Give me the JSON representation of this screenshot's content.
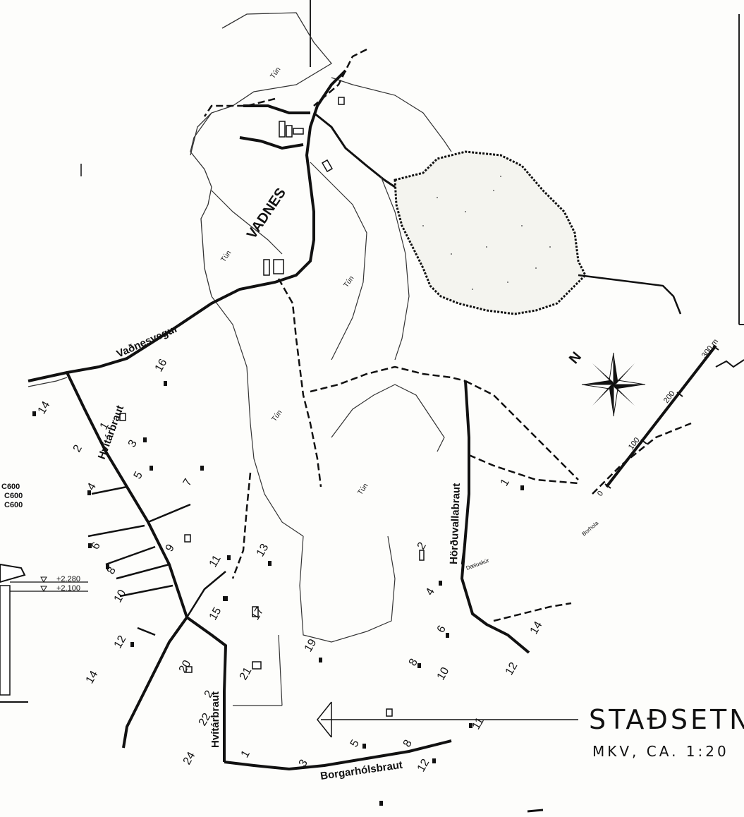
{
  "map": {
    "place_name": "VADNES",
    "roads": {
      "vadnesvegur": "Vaðnesvegur",
      "hvitarbraut_top": "Hvítárbraut",
      "hvitarbraut_bottom": "Hvítárbraut",
      "hordvallabraut": "Hörðuvallabraut",
      "borgarholsbraut": "Borgarhólsbraut"
    },
    "field_label": "Tún",
    "small_labels": {
      "dæluskur": "Dæluskúr",
      "borhola": "Borhola"
    },
    "plot_numbers": [
      "16",
      "14",
      "1",
      "2",
      "3",
      "5",
      "7",
      "4",
      "6",
      "8",
      "9",
      "10",
      "11",
      "13",
      "15",
      "17",
      "12",
      "14",
      "19",
      "20",
      "21",
      "22",
      "24",
      "1",
      "3",
      "5",
      "8",
      "11",
      "12",
      "2",
      "4",
      "6",
      "8",
      "10",
      "12",
      "14",
      "1",
      "2"
    ],
    "legend_codes": [
      "C600",
      "C600",
      "C600"
    ],
    "elevations": [
      "+2.280",
      "+2.100"
    ],
    "compass_label": "N",
    "scale_bar": {
      "labels": [
        "0",
        "100",
        "200",
        "300 m"
      ],
      "max_meters": 300
    },
    "title": "STAÐSETNI",
    "subtitle": "MKV, CA. 1:20"
  }
}
